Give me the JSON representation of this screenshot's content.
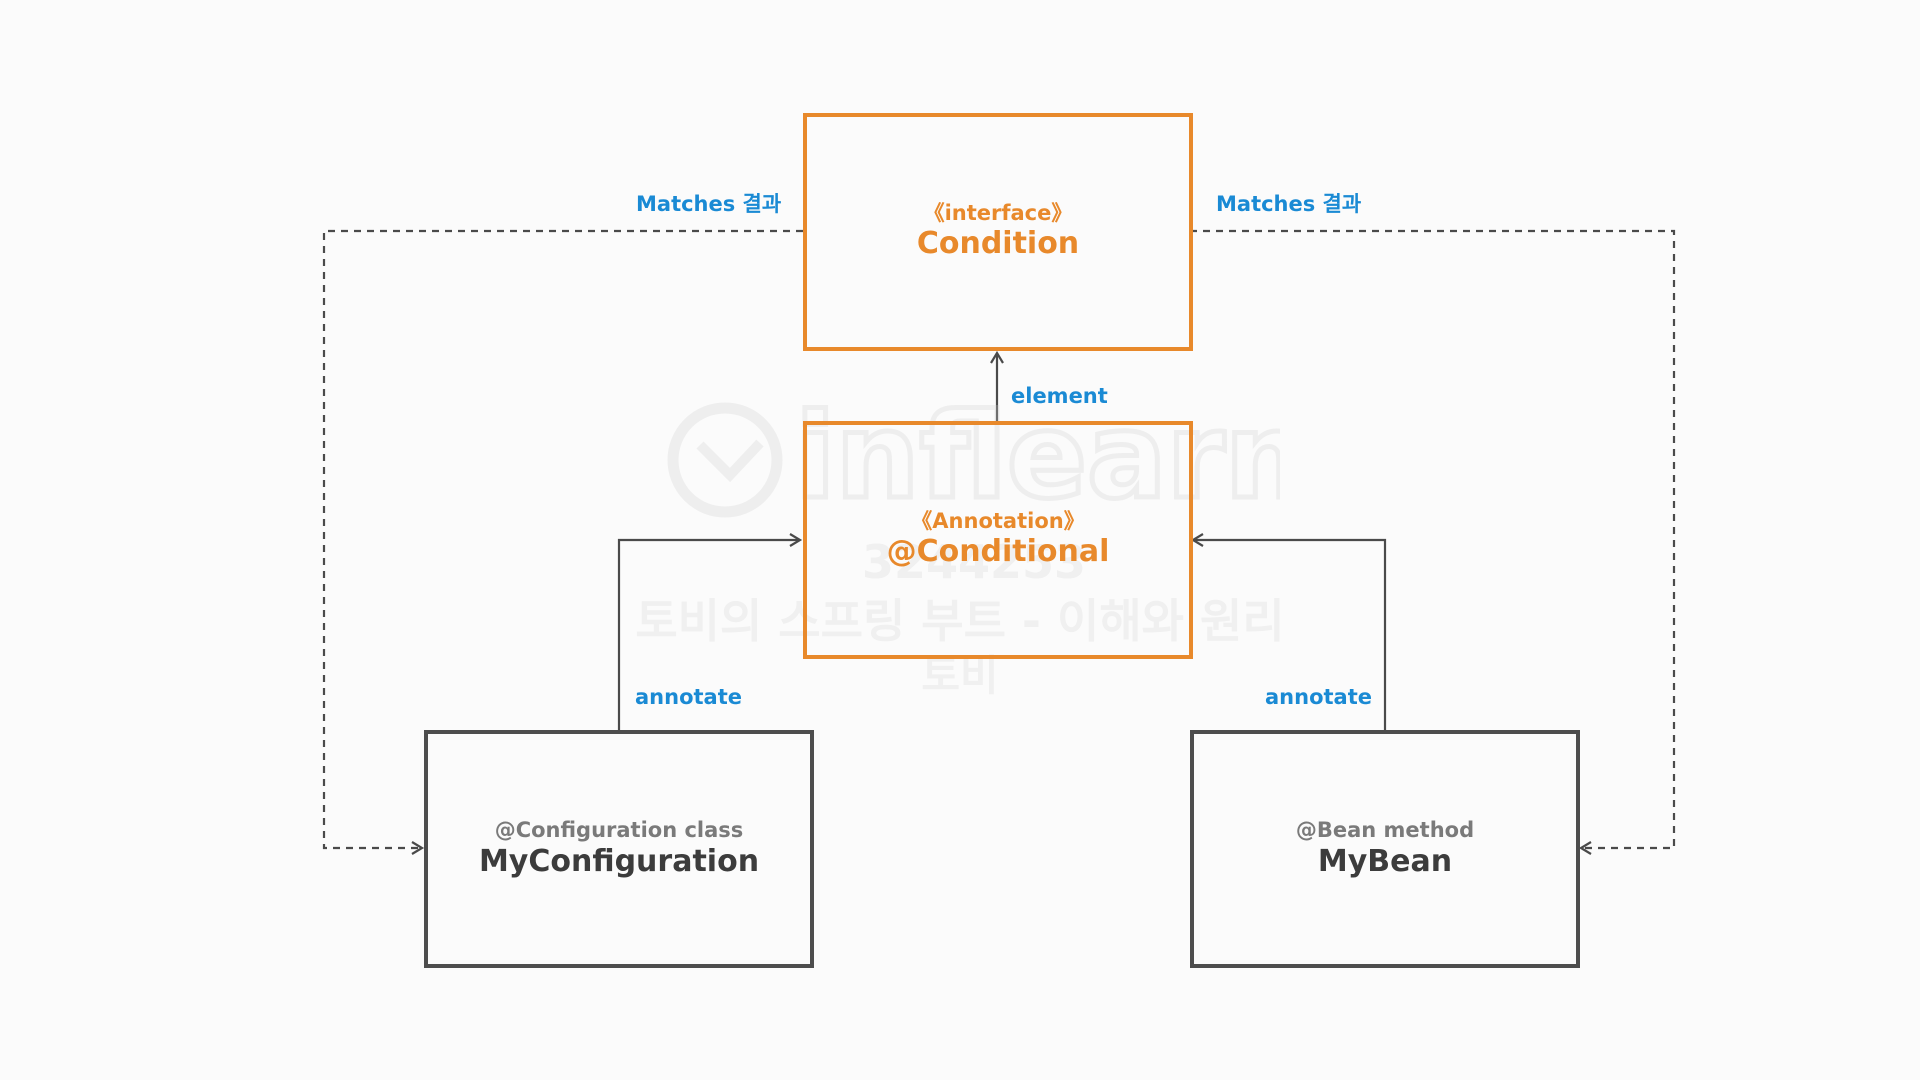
{
  "diagram": {
    "condition": {
      "stereotype": "《interface》",
      "name": "Condition"
    },
    "conditional": {
      "stereotype": "《Annotation》",
      "name": "@Conditional"
    },
    "my_configuration": {
      "stereotype": "@Configuration class",
      "name": "MyConfiguration"
    },
    "my_bean": {
      "stereotype": "@Bean method",
      "name": "MyBean"
    },
    "edges": {
      "matches_left": "Matches 결과",
      "matches_right": "Matches 결과",
      "element": "element",
      "annotate_left": "annotate",
      "annotate_right": "annotate"
    }
  },
  "watermark": {
    "logo": "inflearn",
    "code": "3244253",
    "course": "토비의 스프링 부트 - 이해와 원리",
    "author": "토비"
  },
  "colors": {
    "orange": "#e8892b",
    "gray_border": "#4d4d4d",
    "label_blue": "#1a8ad4",
    "line": "#4a4a4a"
  }
}
